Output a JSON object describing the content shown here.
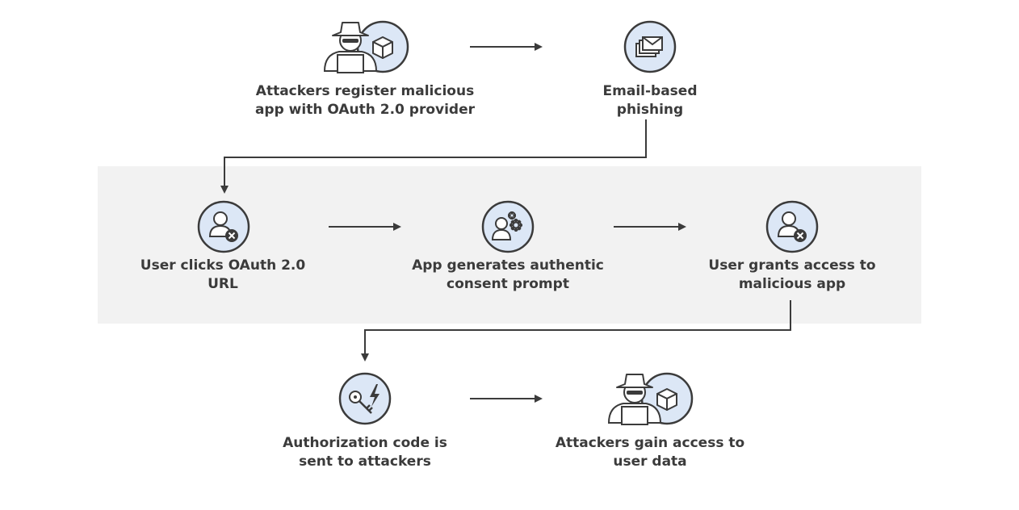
{
  "steps": [
    {
      "id": "register",
      "line1": "Attackers register malicious",
      "line2": "app with OAuth 2.0 provider",
      "icon": "hacker-package-icon"
    },
    {
      "id": "phishing",
      "line1": "Email-based",
      "line2": "phishing",
      "icon": "email-icon"
    },
    {
      "id": "click",
      "line1": "User clicks OAuth 2.0",
      "line2": "URL",
      "icon": "user-blocked-icon"
    },
    {
      "id": "consent",
      "line1": "App generates authentic",
      "line2": "consent prompt",
      "icon": "user-gears-icon"
    },
    {
      "id": "grant",
      "line1": "User grants access to",
      "line2": "malicious app",
      "icon": "user-blocked-icon"
    },
    {
      "id": "code",
      "line1": "Authorization code is",
      "line2": "sent to attackers",
      "icon": "key-lightning-icon"
    },
    {
      "id": "gain",
      "line1": "Attackers gain access to",
      "line2": "user data",
      "icon": "hacker-package-icon"
    }
  ],
  "colors": {
    "icon_fill": "#dce7f6",
    "stroke": "#3b3b3b",
    "band": "#f2f2f2",
    "arrow": "#3b3b3b"
  }
}
